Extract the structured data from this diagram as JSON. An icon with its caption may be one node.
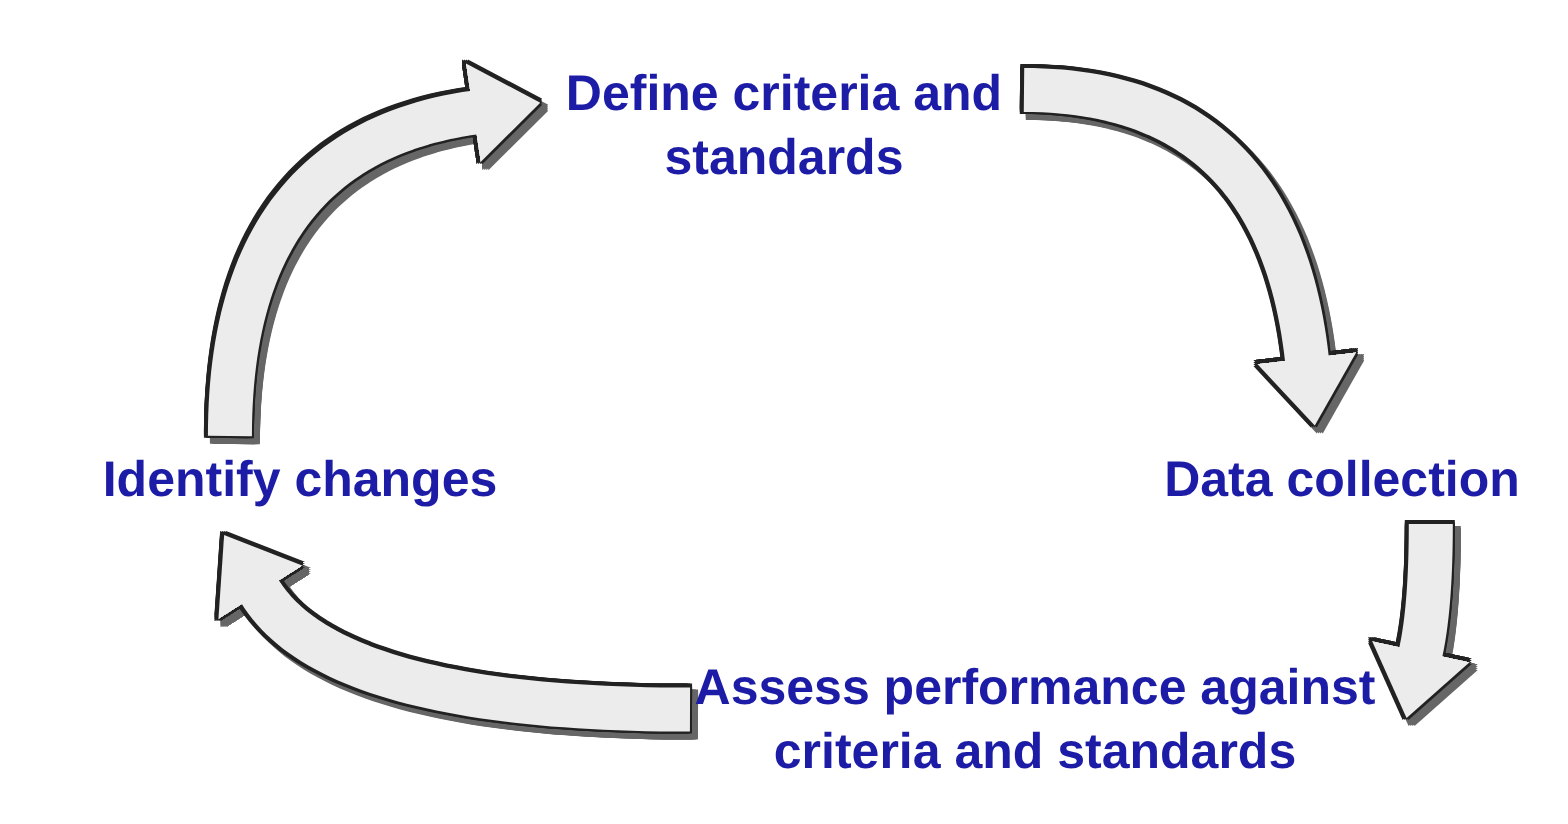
{
  "diagram": {
    "nodes": [
      {
        "text": [
          "Define criteria and standards"
        ]
      },
      {
        "text": [
          "Data collection"
        ]
      },
      {
        "text": [
          "Assess performance against criteria and standards"
        ]
      },
      {
        "text": [
          "Identify changes"
        ]
      }
    ],
    "edges": [
      {
        "from": 3,
        "to": 0,
        "arrow": "to"
      },
      {
        "from": 0,
        "to": 1,
        "arrow": "to"
      },
      {
        "from": 1,
        "to": 2,
        "arrow": "to"
      },
      {
        "from": 2,
        "to": 3,
        "arrow": "to"
      }
    ]
  }
}
